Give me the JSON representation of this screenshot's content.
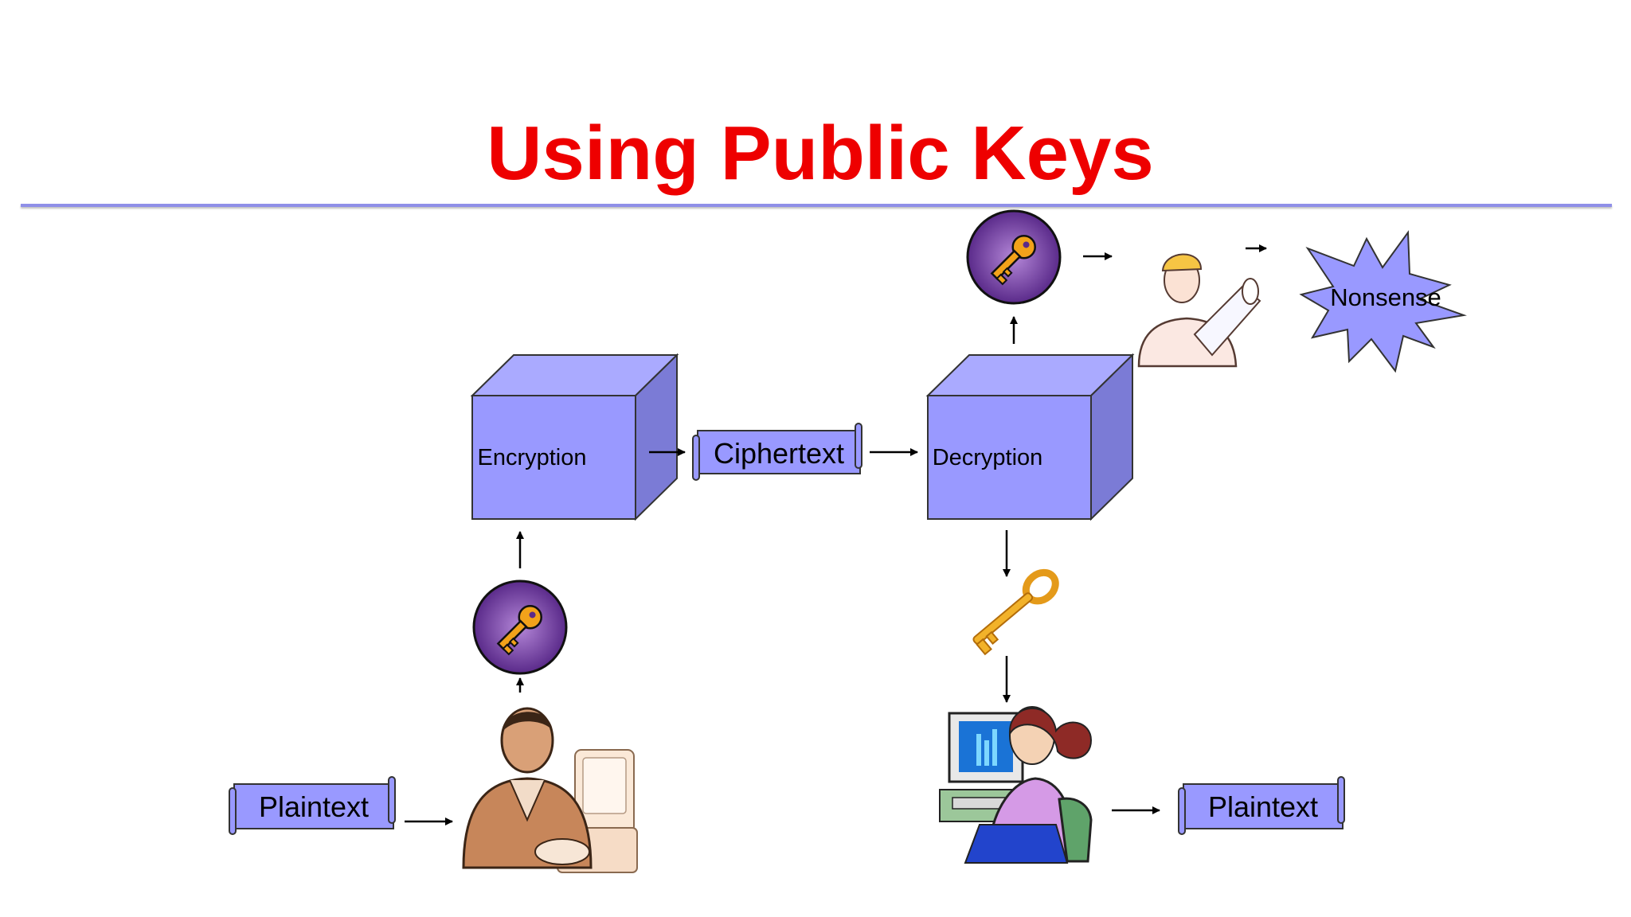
{
  "slide": {
    "title": "Using Public Keys"
  },
  "diagram": {
    "encryption_label": "Encryption",
    "decryption_label": "Decryption",
    "ciphertext_label": "Ciphertext",
    "plaintext_in_label": "Plaintext",
    "plaintext_out_label": "Plaintext",
    "nonsense_label": "Nonsense",
    "colors": {
      "title": "#ee0000",
      "box_front": "#9999ff",
      "box_top": "#aaaaff",
      "box_side": "#7b7bd6",
      "scroll_fill": "#9999ff",
      "key_badge": "#6b3a9e",
      "key_gold": "#f2a21a"
    },
    "icons": [
      "key-badge-icon",
      "gold-key-icon",
      "businessman-at-computer-icon",
      "woman-at-computer-icon",
      "worker-with-blueprints-icon",
      "starburst-icon"
    ]
  }
}
